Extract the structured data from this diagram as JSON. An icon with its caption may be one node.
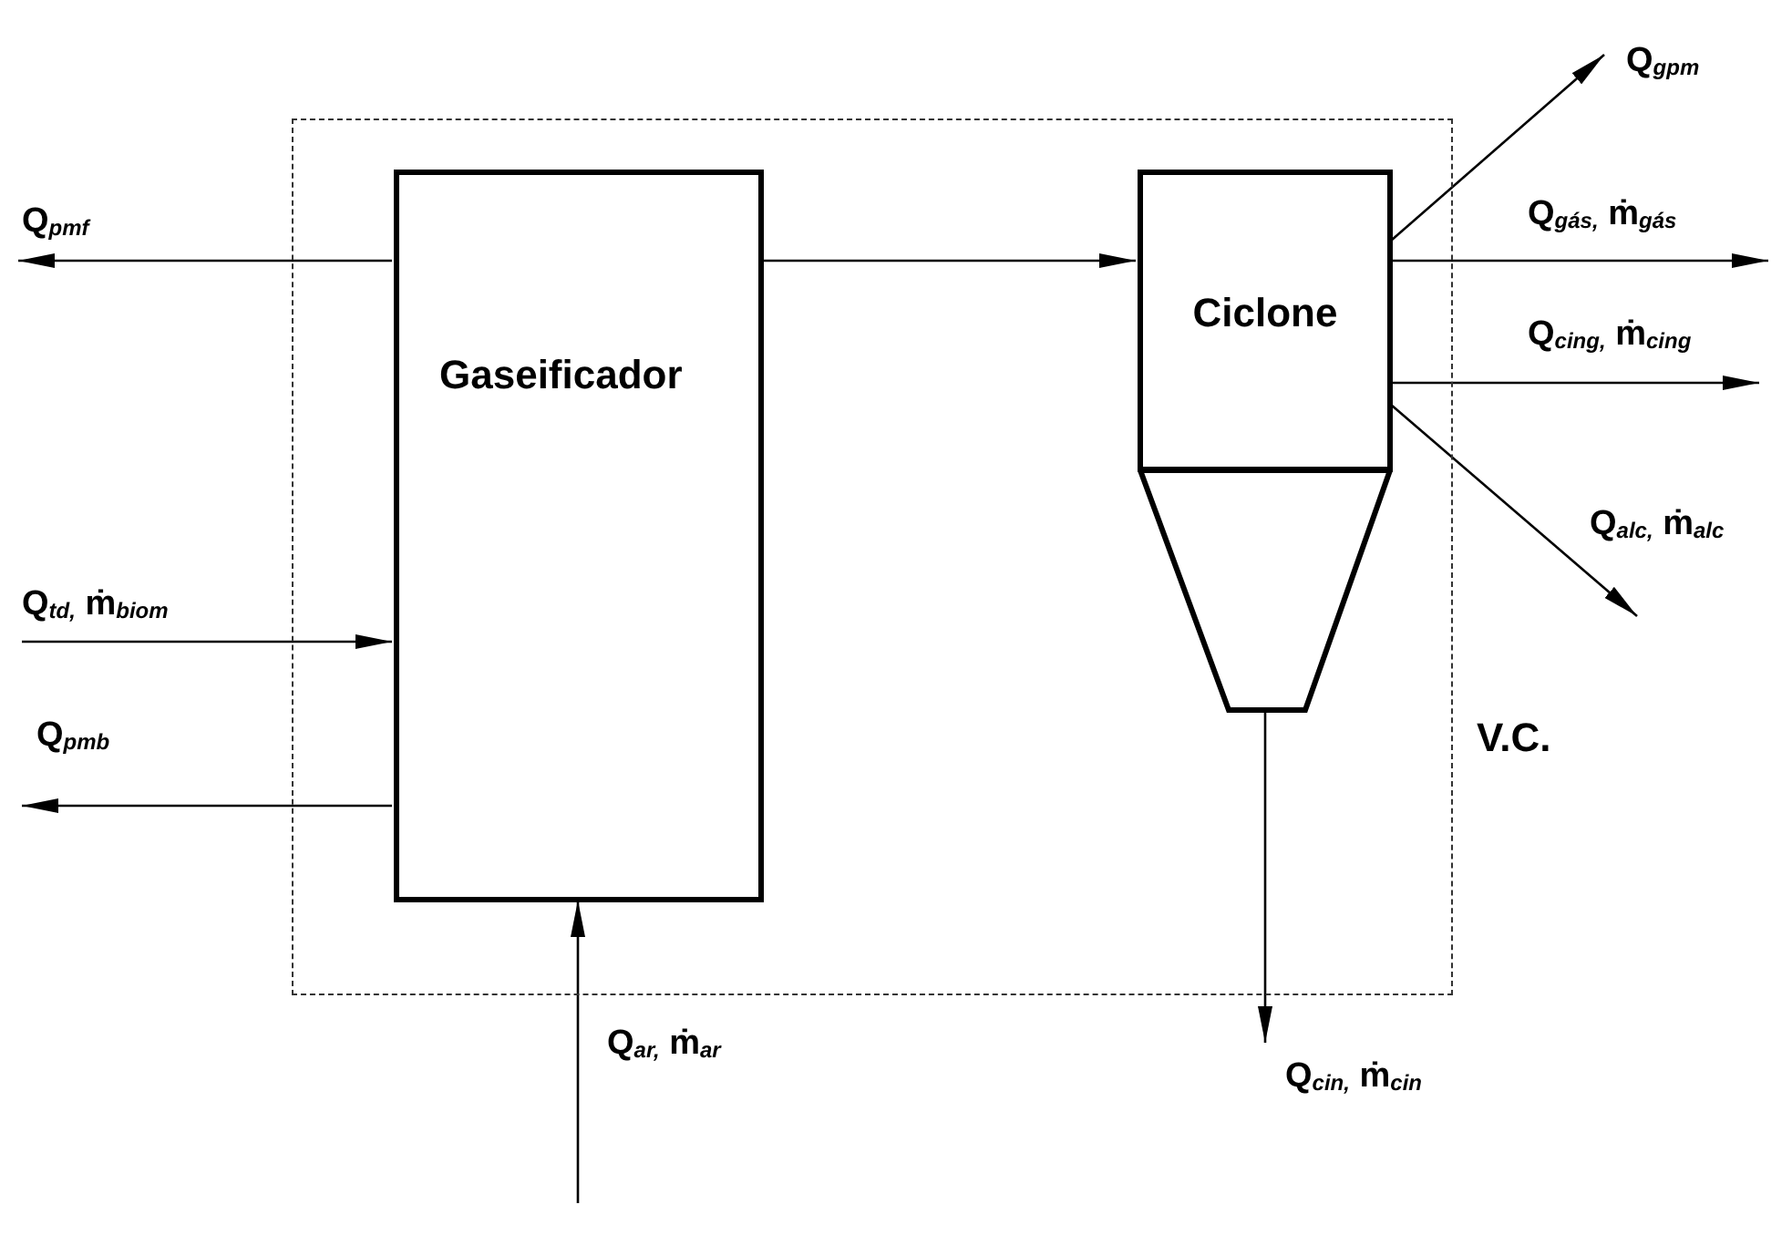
{
  "diagram": {
    "nodes": [
      {
        "text": [
          "V.C."
        ]
      },
      {
        "text": [
          "Gaseificador"
        ],
        "in": 0
      },
      {
        "text": [
          "Ciclone"
        ],
        "in": 0
      }
    ],
    "edges": [
      {
        "from": 1,
        "to": null,
        "arrow": "to",
        "label": "Q$_{pmf}$"
      },
      {
        "from": 1,
        "to": 2,
        "arrow": "to"
      },
      {
        "from": null,
        "to": 1,
        "arrow": "to",
        "label": "Q$_{td,}$ ṁ$_{biom}$"
      },
      {
        "from": 1,
        "to": null,
        "arrow": "to",
        "label": "Q$_{pmb}$"
      },
      {
        "from": null,
        "to": 1,
        "arrow": "to",
        "label": "Q$_{ar,}$ ṁ$_{ar}$"
      },
      {
        "from": 2,
        "to": null,
        "arrow": "to",
        "label": "Q$_{gpm}$"
      },
      {
        "from": 2,
        "to": null,
        "arrow": "to",
        "label": "Q$_{gás,}$ ṁ$_{gás}$"
      },
      {
        "from": 2,
        "to": null,
        "arrow": "to",
        "label": "Q$_{cing,}$ ṁ$_{cing}$"
      },
      {
        "from": 2,
        "to": null,
        "arrow": "to",
        "label": "Q$_{alc,}$ ṁ$_{alc}$"
      },
      {
        "from": 2,
        "to": null,
        "arrow": "to",
        "label": "Q$_{cin,}$ ṁ$_{cin}$"
      }
    ]
  }
}
